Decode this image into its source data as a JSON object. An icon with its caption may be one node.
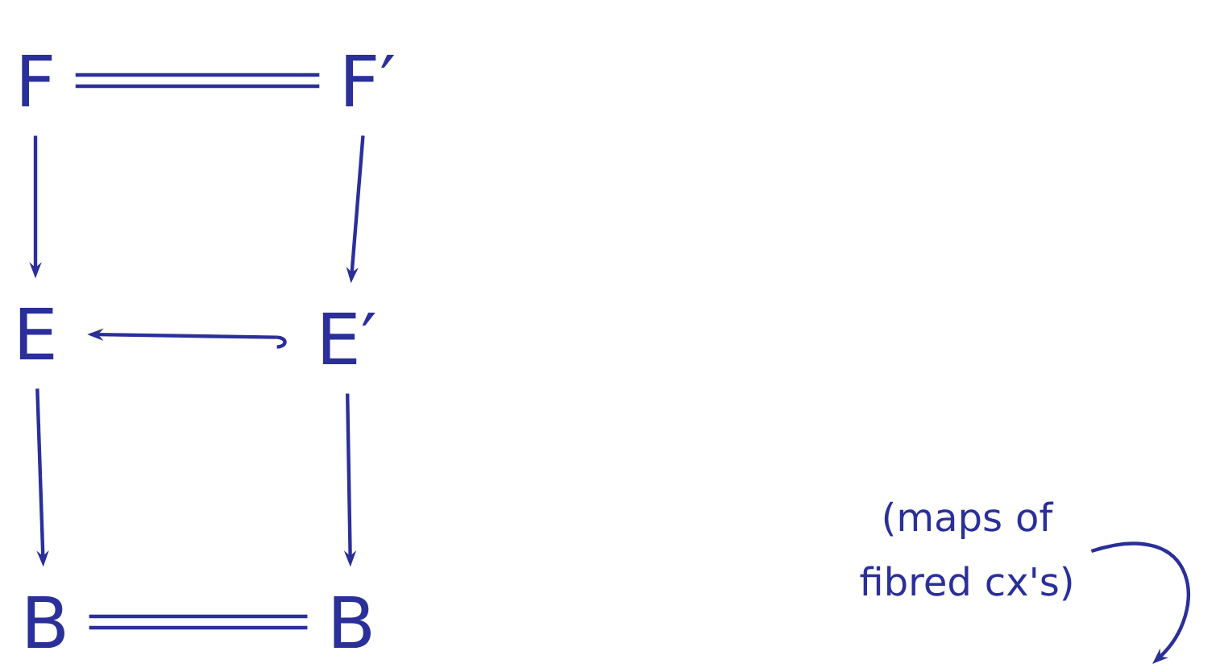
{
  "diagram": {
    "nodes": [
      {
        "text": [
          "F"
        ]
      },
      {
        "text": [
          "F′"
        ]
      },
      {
        "text": [
          "E"
        ]
      },
      {
        "text": [
          "E′"
        ]
      },
      {
        "text": [
          "B"
        ]
      },
      {
        "text": [
          "B"
        ]
      },
      {
        "text": [
          "(maps of fibred cx's)"
        ]
      }
    ],
    "edges": [
      {
        "from": 0,
        "to": 1,
        "arrow": "none"
      },
      {
        "from": 0,
        "to": 2,
        "arrow": "to"
      },
      {
        "from": 1,
        "to": 3,
        "arrow": "to"
      },
      {
        "from": 3,
        "to": 2,
        "arrow": "to"
      },
      {
        "from": 2,
        "to": 4,
        "arrow": "to"
      },
      {
        "from": 3,
        "to": 5,
        "arrow": "to"
      },
      {
        "from": 4,
        "to": 5,
        "arrow": "none"
      },
      {
        "from": 6,
        "to": null,
        "arrow": "to"
      }
    ]
  }
}
